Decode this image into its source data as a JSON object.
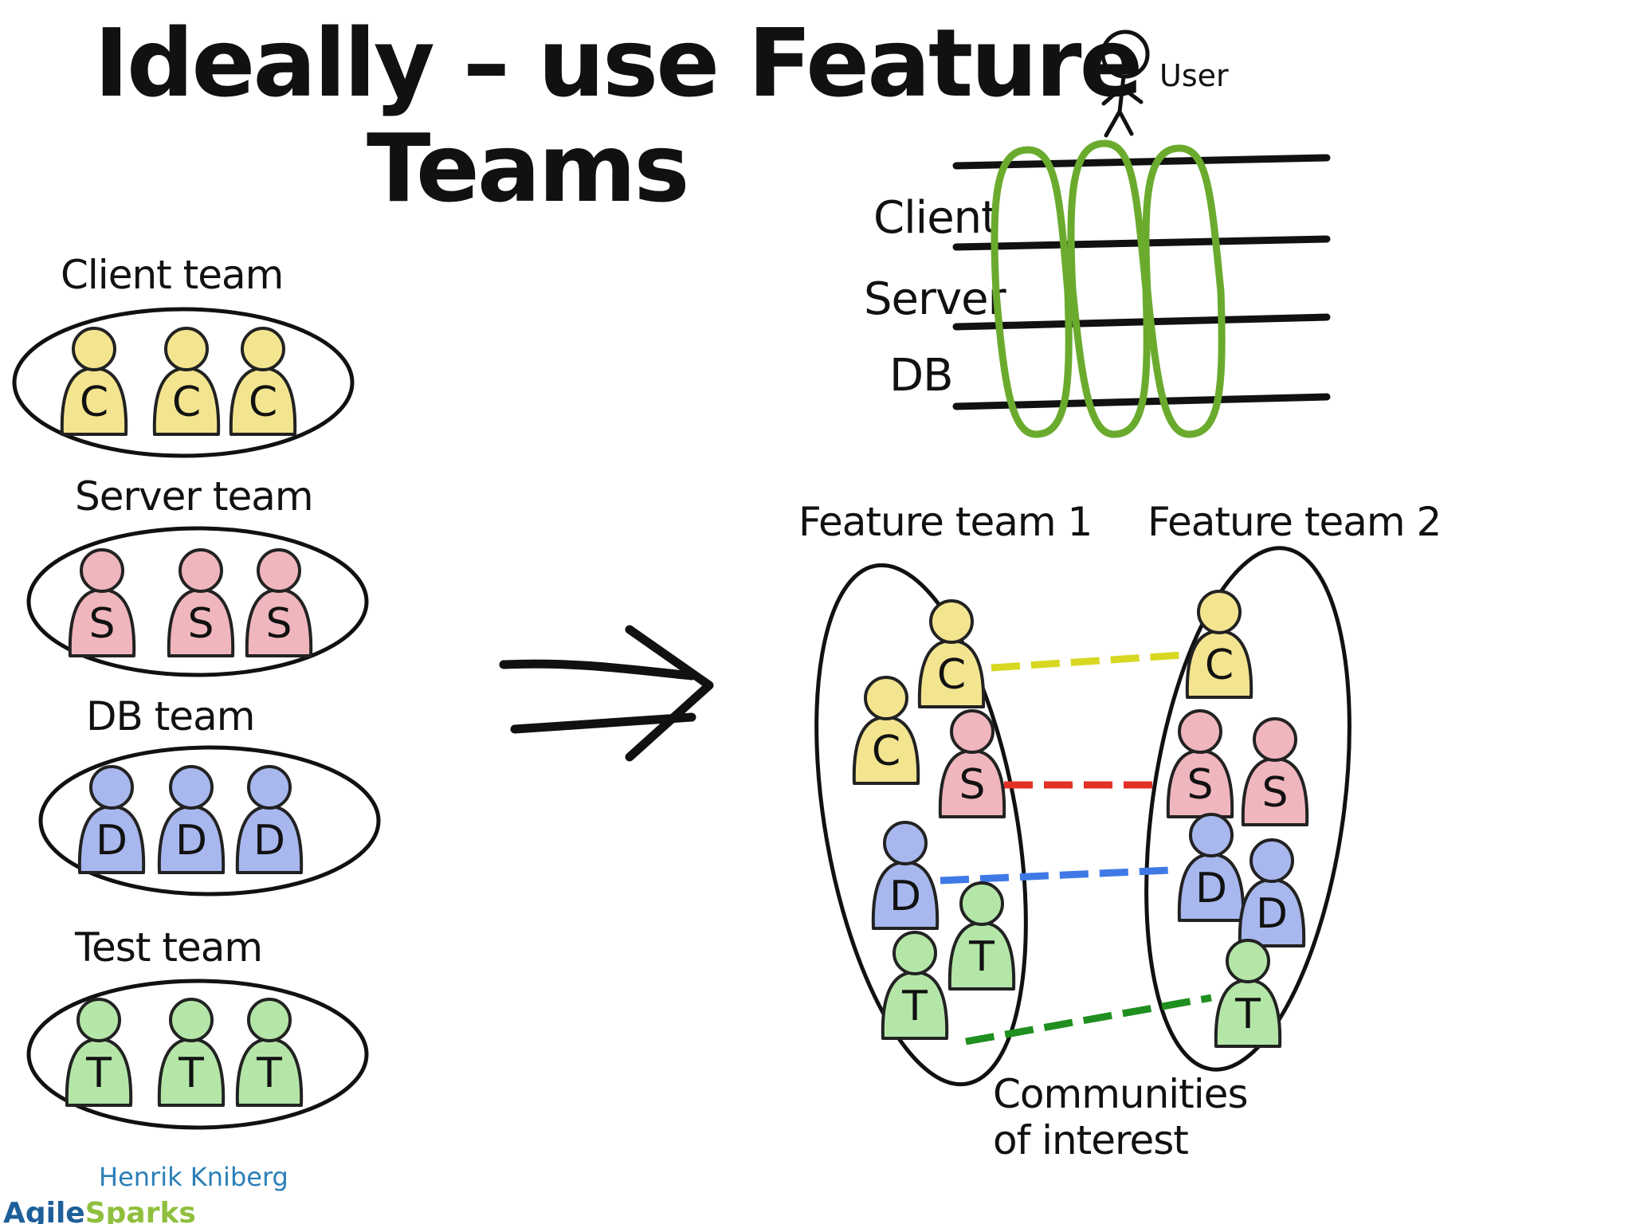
{
  "title": {
    "line1": "Ideally – use Feature",
    "line2": "Teams"
  },
  "teams": [
    {
      "label": "Client team",
      "letter": "C",
      "color": "#f3e48f"
    },
    {
      "label": "Server team",
      "letter": "S",
      "color": "#f0b6bd"
    },
    {
      "label": "DB team",
      "letter": "D",
      "color": "#a8b8ee"
    },
    {
      "label": "Test team",
      "letter": "T",
      "color": "#b4e6a8"
    }
  ],
  "arrow_icon": "double-arrow-right-icon",
  "layers": {
    "user": "User",
    "client": "Client",
    "server": "Server",
    "db": "DB"
  },
  "feature_teams": {
    "team1": "Feature team 1",
    "team2": "Feature team 2"
  },
  "communities": {
    "line1": "Communities",
    "line2": "of interest",
    "colors": {
      "client": "#d8d823",
      "server": "#e23226",
      "db": "#3f79e6",
      "test": "#1f8f1f"
    }
  },
  "colors": {
    "vertical_slices": "#6aab2e",
    "ink": "#111111"
  },
  "credit": {
    "name": "Henrik Kniberg",
    "brand_a": "Agile",
    "brand_b": "Sparks"
  }
}
